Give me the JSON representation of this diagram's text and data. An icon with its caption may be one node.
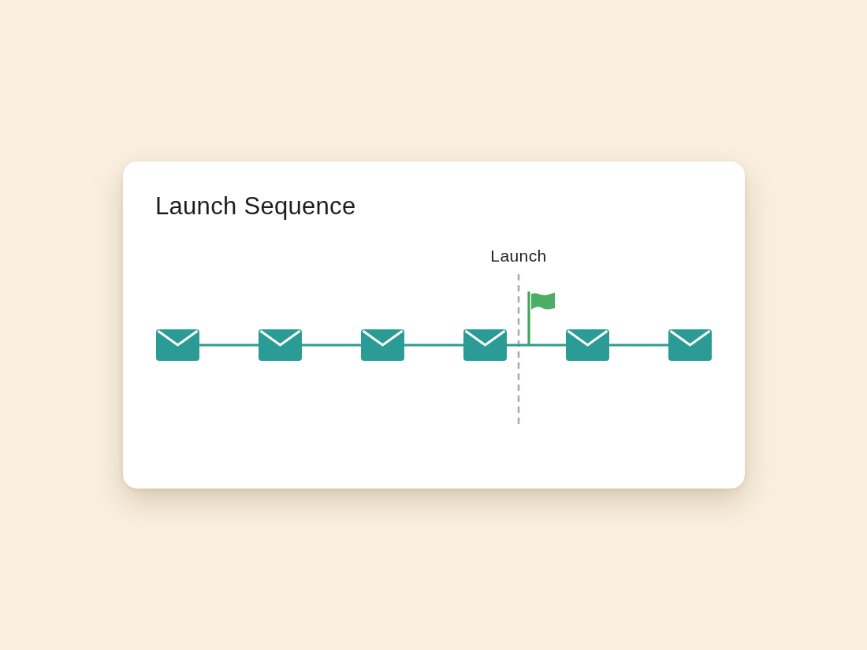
{
  "diagram": {
    "title": "Launch Sequence",
    "nodes": [
      {
        "text": [],
        "shape": "envelope"
      },
      {
        "text": [],
        "shape": "envelope"
      },
      {
        "text": [],
        "shape": "envelope"
      },
      {
        "text": [],
        "shape": "envelope"
      },
      {
        "text": [],
        "shape": "envelope"
      },
      {
        "text": [],
        "shape": "envelope"
      }
    ],
    "edges": [
      {
        "from": 0,
        "to": 1,
        "arrow": "none"
      },
      {
        "from": 1,
        "to": 2,
        "arrow": "none"
      },
      {
        "from": 2,
        "to": 3,
        "arrow": "none"
      },
      {
        "from": 3,
        "to": 4,
        "arrow": "none"
      },
      {
        "from": 4,
        "to": 5,
        "arrow": "none"
      }
    ],
    "labels": [
      "Launch"
    ]
  }
}
